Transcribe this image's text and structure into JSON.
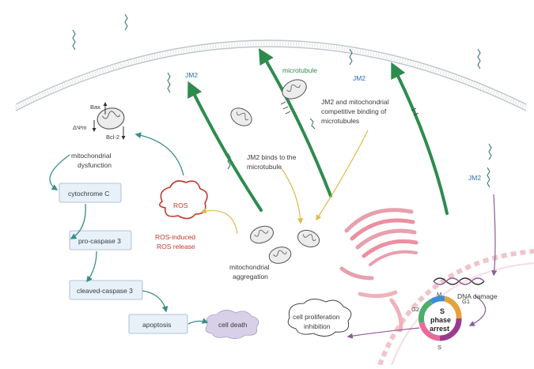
{
  "labels": {
    "microtubule": "microtubule",
    "jm2_left": "JM2",
    "jm2_top": "JM2",
    "jm2_right": "JM2",
    "competitive_1": "JM2 and mitochondrial",
    "competitive_2": "competitive binding of",
    "competitive_3": "microtubules",
    "binds_1": "JM2 binds to the",
    "binds_2": "microtubule",
    "bax": "Bax",
    "bcl2": "Bcl-2",
    "dpsi": "ΔΨm",
    "mito_dys_1": "mitochondrial",
    "mito_dys_2": "dysfunction",
    "ros": "ROS",
    "ros_release_1": "ROS-induced",
    "ros_release_2": "ROS release",
    "aggregation_1": "mitochondrial",
    "aggregation_2": "aggregation",
    "dna_damage": "DNA damage",
    "cell_death": "cell death",
    "prolif_1": "cell proliferation",
    "prolif_2": "inhibition"
  },
  "boxes": {
    "cytochrome": "cytochrome C",
    "procaspase": "pro-caspase 3",
    "cleaved": "cleaved-caspase 3",
    "apoptosis": "apoptosis"
  },
  "cell_cycle": {
    "m": "M",
    "g1": "G1",
    "g2": "G2",
    "s": "S",
    "center_1": "S",
    "center_2": "phase",
    "center_3": "arrest"
  },
  "colors": {
    "microtubule": "#2e8b4e",
    "pathway_arrow": "#3a8f8a",
    "feedback_arrow": "#e0b84a",
    "ros_cloud": "#c0392b",
    "dna_damage_arrow": "#8e44ad"
  }
}
